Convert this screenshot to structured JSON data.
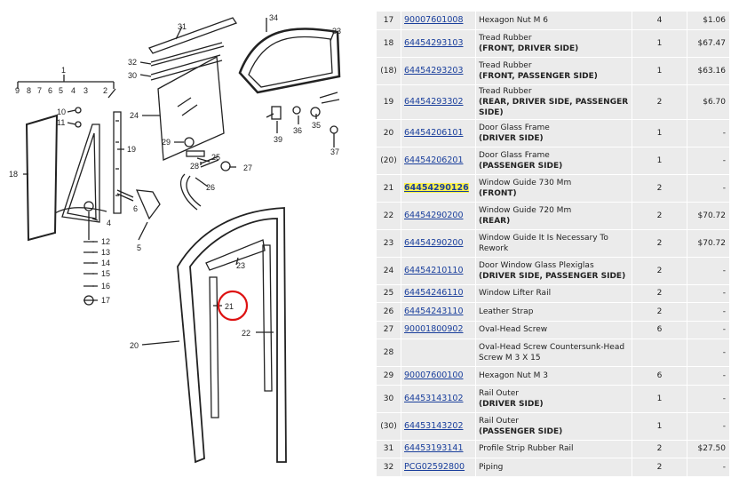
{
  "diagram": {
    "callouts": [
      "31",
      "34",
      "33",
      "32",
      "30",
      "24",
      "29",
      "25",
      "28",
      "36",
      "35",
      "39",
      "27",
      "26",
      "37",
      "1",
      "9",
      "8",
      "7",
      "6",
      "5",
      "4",
      "3",
      "2",
      "10",
      "11",
      "18",
      "19",
      "12",
      "13",
      "14",
      "15",
      "16",
      "17",
      "23",
      "21",
      "20",
      "22"
    ]
  },
  "parts": [
    {
      "idx": "17",
      "pn": "90007601008",
      "desc": "Hexagon Nut M 6",
      "sub": "",
      "qty": "4",
      "price": "$1.06"
    },
    {
      "idx": "18",
      "pn": "64454293103",
      "desc": "Tread Rubber",
      "sub": "(FRONT, DRIVER SIDE)",
      "qty": "1",
      "price": "$67.47"
    },
    {
      "idx": "(18)",
      "pn": "64454293203",
      "desc": "Tread Rubber",
      "sub": "(FRONT, PASSENGER SIDE)",
      "qty": "1",
      "price": "$63.16"
    },
    {
      "idx": "19",
      "pn": "64454293302",
      "desc": "Tread Rubber",
      "sub": "(REAR, DRIVER SIDE, PASSENGER SIDE)",
      "qty": "2",
      "price": "$6.70"
    },
    {
      "idx": "20",
      "pn": "64454206101",
      "desc": "Door Glass Frame",
      "sub": "(DRIVER SIDE)",
      "qty": "1",
      "price": "-"
    },
    {
      "idx": "(20)",
      "pn": "64454206201",
      "desc": "Door Glass Frame",
      "sub": "(PASSENGER SIDE)",
      "qty": "1",
      "price": "-"
    },
    {
      "idx": "21",
      "pn": "64454290126",
      "desc": "Window Guide 730 Mm",
      "sub": "(FRONT)",
      "qty": "2",
      "price": "-",
      "highlight": true
    },
    {
      "idx": "22",
      "pn": "64454290200",
      "desc": "Window Guide 720 Mm",
      "sub": "(REAR)",
      "qty": "2",
      "price": "$70.72"
    },
    {
      "idx": "23",
      "pn": "64454290200",
      "desc": "Window Guide It Is Necessary To Rework",
      "sub": "",
      "qty": "2",
      "price": "$70.72"
    },
    {
      "idx": "24",
      "pn": "64454210110",
      "desc": "Door Window Glass Plexiglas",
      "sub": "(DRIVER SIDE, PASSENGER SIDE)",
      "qty": "2",
      "price": "-"
    },
    {
      "idx": "25",
      "pn": "64454246110",
      "desc": "Window Lifter Rail",
      "sub": "",
      "qty": "2",
      "price": "-"
    },
    {
      "idx": "26",
      "pn": "64454243110",
      "desc": "Leather Strap",
      "sub": "",
      "qty": "2",
      "price": "-"
    },
    {
      "idx": "27",
      "pn": "90001800902",
      "desc": "Oval-Head Screw",
      "sub": "",
      "qty": "6",
      "price": "-"
    },
    {
      "idx": "28",
      "pn": "",
      "desc": "Oval-Head Screw Countersunk-Head Screw M 3 X 15",
      "sub": "",
      "qty": "",
      "price": "-"
    },
    {
      "idx": "29",
      "pn": "90007600100",
      "desc": "Hexagon Nut M 3",
      "sub": "",
      "qty": "6",
      "price": "-"
    },
    {
      "idx": "30",
      "pn": "64453143102",
      "desc": "Rail Outer",
      "sub": "(DRIVER SIDE)",
      "qty": "1",
      "price": "-"
    },
    {
      "idx": "(30)",
      "pn": "64453143202",
      "desc": "Rail Outer",
      "sub": "(PASSENGER SIDE)",
      "qty": "1",
      "price": "-"
    },
    {
      "idx": "31",
      "pn": "64453193141",
      "desc": "Profile Strip Rubber Rail",
      "sub": "",
      "qty": "2",
      "price": "$27.50"
    },
    {
      "idx": "32",
      "pn": "PCG02592800",
      "desc": "Piping",
      "sub": "",
      "qty": "2",
      "price": "-"
    }
  ]
}
